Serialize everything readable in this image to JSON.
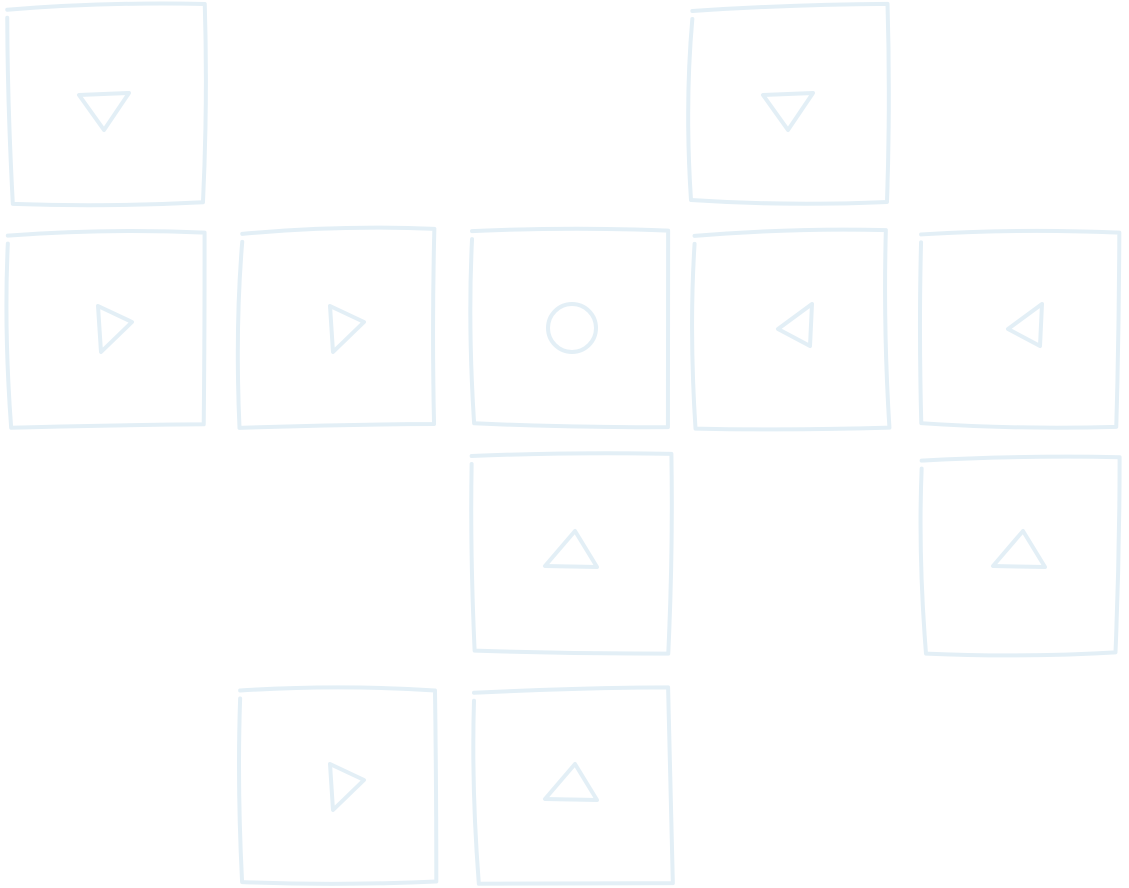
{
  "puzzle": {
    "stroke_color": "#e3eff6",
    "background_color": "#ffffff",
    "tiles": [
      {
        "id": "r0-c0",
        "row": 0,
        "col": 0,
        "symbol": "triangle-down",
        "icon": "triangle-down-icon"
      },
      {
        "id": "r0-c3",
        "row": 0,
        "col": 3,
        "symbol": "triangle-down",
        "icon": "triangle-down-icon"
      },
      {
        "id": "r1-c0",
        "row": 1,
        "col": 0,
        "symbol": "triangle-right",
        "icon": "triangle-right-icon"
      },
      {
        "id": "r1-c1",
        "row": 1,
        "col": 1,
        "symbol": "triangle-right",
        "icon": "triangle-right-icon"
      },
      {
        "id": "r1-c2",
        "row": 1,
        "col": 2,
        "symbol": "circle",
        "icon": "circle-icon"
      },
      {
        "id": "r1-c3",
        "row": 1,
        "col": 3,
        "symbol": "triangle-left",
        "icon": "triangle-left-icon"
      },
      {
        "id": "r1-c4",
        "row": 1,
        "col": 4,
        "symbol": "triangle-left",
        "icon": "triangle-left-icon"
      },
      {
        "id": "r2-c2",
        "row": 2,
        "col": 2,
        "symbol": "triangle-up",
        "icon": "triangle-up-icon"
      },
      {
        "id": "r2-c4",
        "row": 2,
        "col": 4,
        "symbol": "triangle-up",
        "icon": "triangle-up-icon"
      },
      {
        "id": "r3-c1",
        "row": 3,
        "col": 1,
        "symbol": "triangle-right",
        "icon": "triangle-right-icon"
      },
      {
        "id": "r3-c2",
        "row": 3,
        "col": 2,
        "symbol": "triangle-up",
        "icon": "triangle-up-icon"
      }
    ]
  }
}
